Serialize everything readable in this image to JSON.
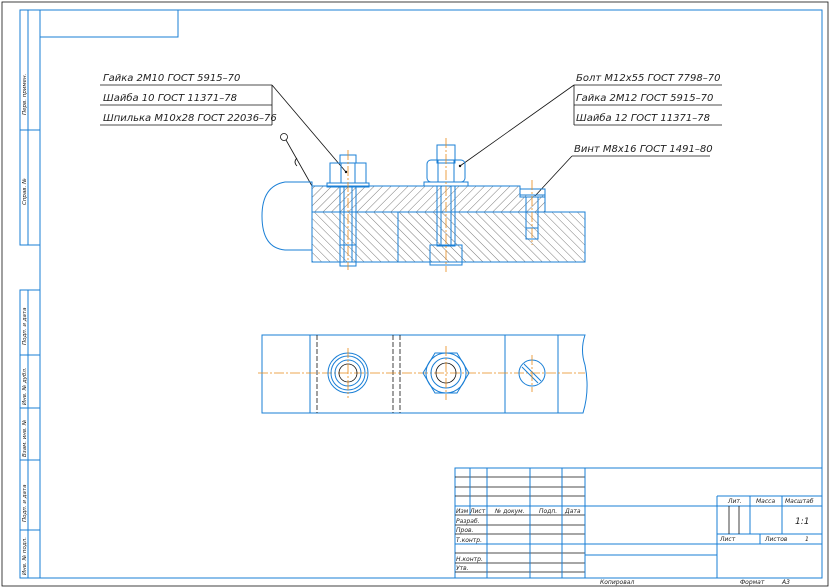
{
  "callouts_left": [
    "Гайка 2М10 ГОСТ 5915–70",
    "Шайба 10 ГОСТ 11371–78",
    "Шпилька М10х28 ГОСТ 22036–76"
  ],
  "callouts_right": [
    "Болт М12х55 ГОСТ 7798–70",
    "Гайка 2М12 ГОСТ 5915–70",
    "Шайба 12 ГОСТ 11371–78"
  ],
  "callout_screw": "Винт М8х16 ГОСТ 1491–80",
  "side_strip": [
    "Перв. примен.",
    "Справ. №",
    "Подп. и дата",
    "Инв. № дубл.",
    "Взам. инв. №",
    "Подп. и дата",
    "Инв. № подл."
  ],
  "title_block": {
    "header": [
      "Изм",
      "Лист",
      "№ докум.",
      "Подп.",
      "Дата"
    ],
    "roles": [
      "Разраб.",
      "Пров.",
      "Т.контр.",
      "Н.контр.",
      "Утв."
    ],
    "lit": "Лит.",
    "mass": "Масса",
    "scale_label": "Масштаб",
    "scale": "1:1",
    "sheet": "Лист",
    "sheets": "Листов",
    "sheets_count": "1"
  },
  "footer": {
    "copied": "Копировал",
    "format_label": "Формат",
    "format": "А3"
  },
  "colors": {
    "line": "#1a7fd6",
    "axis": "#e88a1a",
    "frame": "#111111"
  }
}
